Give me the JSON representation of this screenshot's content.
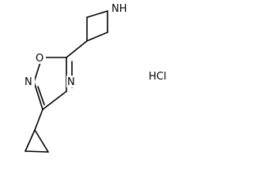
{
  "molecule": {
    "atoms": {
      "azetidine_n": "NH",
      "ring_o": "O",
      "ring_n_left": "N",
      "ring_n_right": "N"
    },
    "salt": "HCl"
  }
}
